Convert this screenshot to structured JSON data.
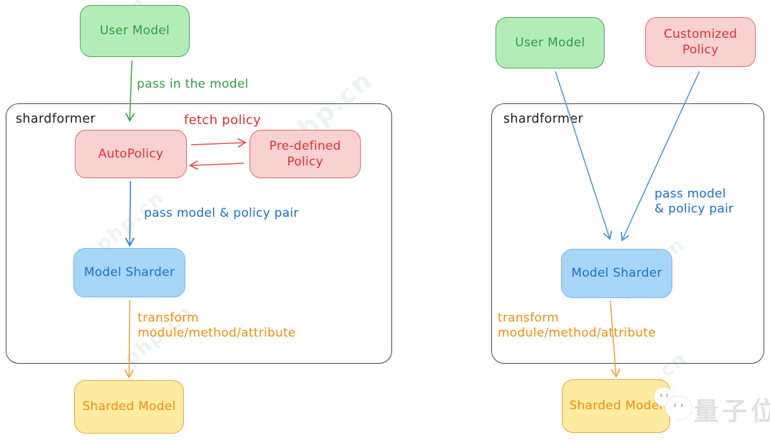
{
  "left": {
    "container_label": "shardformer",
    "nodes": {
      "user_model": "User Model",
      "auto_policy": "AutoPolicy",
      "predefined_policy": "Pre-defined Policy",
      "model_sharder": "Model Sharder",
      "sharded_model": "Sharded Model"
    },
    "edge_labels": {
      "pass_in_model": "pass in the model",
      "fetch_policy": "fetch policy",
      "pass_model_policy_pair": "pass model & policy pair",
      "transform": "transform\nmodule/method/attribute"
    }
  },
  "right": {
    "container_label": "shardformer",
    "nodes": {
      "user_model": "User Model",
      "customized_policy": "Customized Policy",
      "model_sharder": "Model Sharder",
      "sharded_model": "Sharded Model"
    },
    "edge_labels": {
      "pass_model_policy_pair": "pass model\n& policy pair",
      "transform": "transform\nmodule/method/attribute"
    }
  },
  "watermarks": {
    "site": "php.cn",
    "brand": "量子位"
  },
  "colors": {
    "green_fill": "#b4ecb8",
    "green_stroke": "#47a95a",
    "green_text": "#2f9e44",
    "red_fill": "#f9d1d1",
    "red_stroke": "#e06c6c",
    "red_text": "#e03131",
    "blue_fill": "#a8d6f7",
    "blue_stroke": "#74b6ec",
    "blue_text": "#1971c2",
    "yellow_fill": "#fdeba2",
    "yellow_stroke": "#eea43c",
    "yellow_text": "#ef8e0d",
    "frame_stroke": "#44474c",
    "frame_text": "#1e1e1e",
    "arrow_green": "#3fa34d",
    "arrow_red": "#e05252",
    "arrow_blue": "#2b7bd6",
    "arrow_steel": "#4e96d9",
    "arrow_orange": "#f0a13c"
  }
}
